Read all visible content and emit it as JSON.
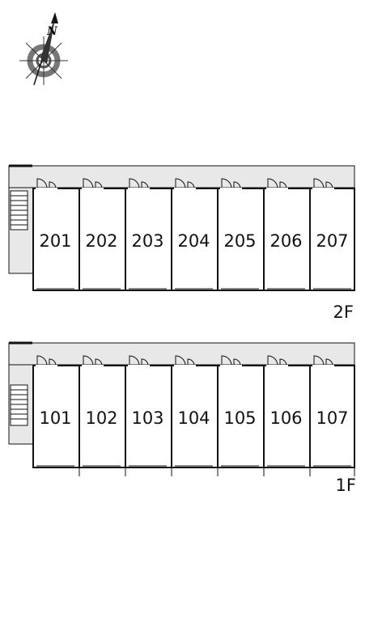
{
  "compass": {
    "north_label": "N",
    "icon": "compass-icon"
  },
  "floors": [
    {
      "id": "2F",
      "label": "2F",
      "units": [
        "201",
        "202",
        "203",
        "204",
        "205",
        "206",
        "207"
      ]
    },
    {
      "id": "1F",
      "label": "1F",
      "units": [
        "101",
        "102",
        "103",
        "104",
        "105",
        "106",
        "107"
      ]
    }
  ],
  "colors": {
    "corridor": "#e8e8e8",
    "wall": "#111111",
    "compass_ring": "#777777"
  }
}
